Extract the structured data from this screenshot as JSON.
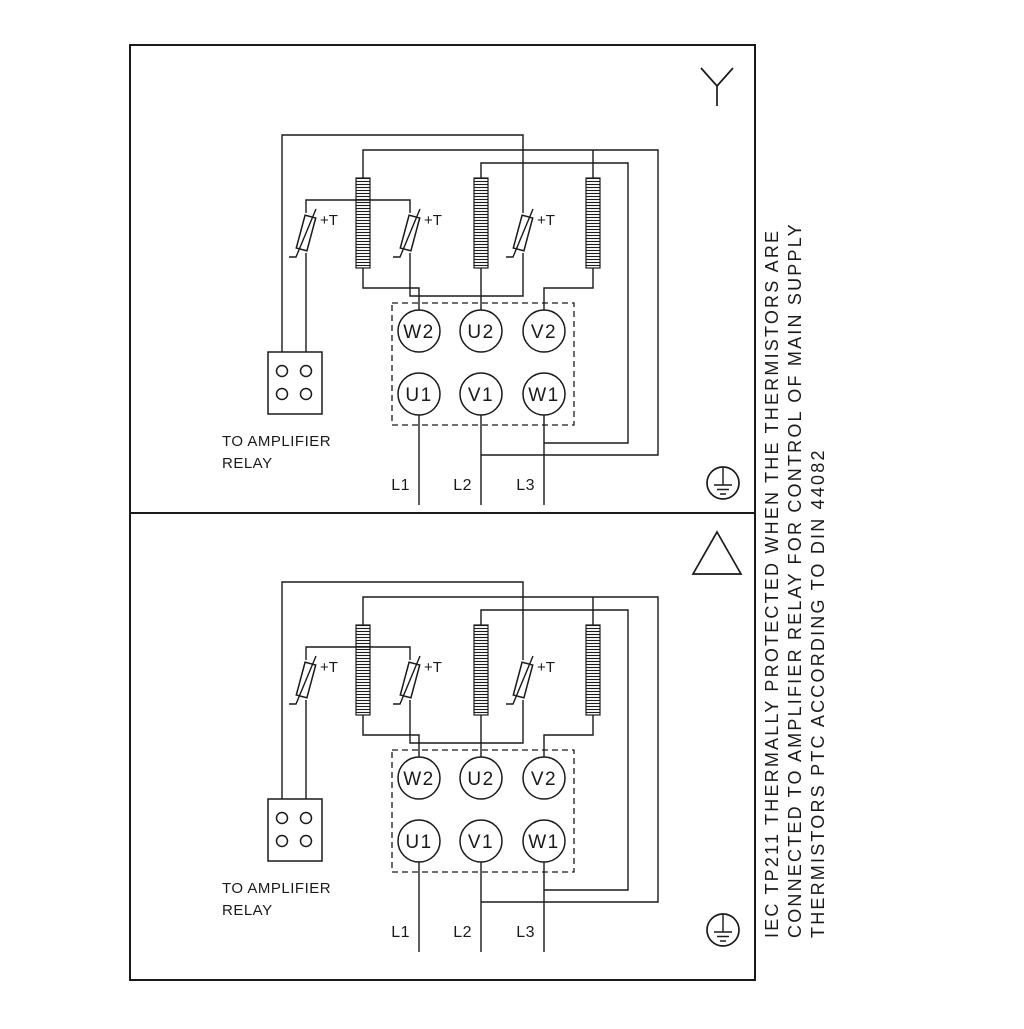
{
  "colors": {
    "line": "#1a1a1a",
    "background": "#ffffff"
  },
  "panel": {
    "terminals_top": [
      "W2",
      "U2",
      "V2"
    ],
    "terminals_bottom": [
      "U1",
      "V1",
      "W1"
    ],
    "supply_lines": [
      "L1",
      "L2",
      "L3"
    ],
    "thermistor_label": "+T",
    "relay_caption": [
      "TO AMPLIFIER",
      "RELAY"
    ]
  },
  "note": {
    "lines": [
      "IEC TP211 THERMALLY PROTECTED WHEN THE THERMISTORS ARE",
      "CONNECTED TO AMPLIFIER RELAY FOR CONTROL OF MAIN SUPPLY",
      "THERMISTORS PTC ACCORDING TO DIN 44082"
    ]
  },
  "icons": {
    "star_connection": "Y",
    "delta_connection": "△",
    "protective_earth": "⏚"
  }
}
